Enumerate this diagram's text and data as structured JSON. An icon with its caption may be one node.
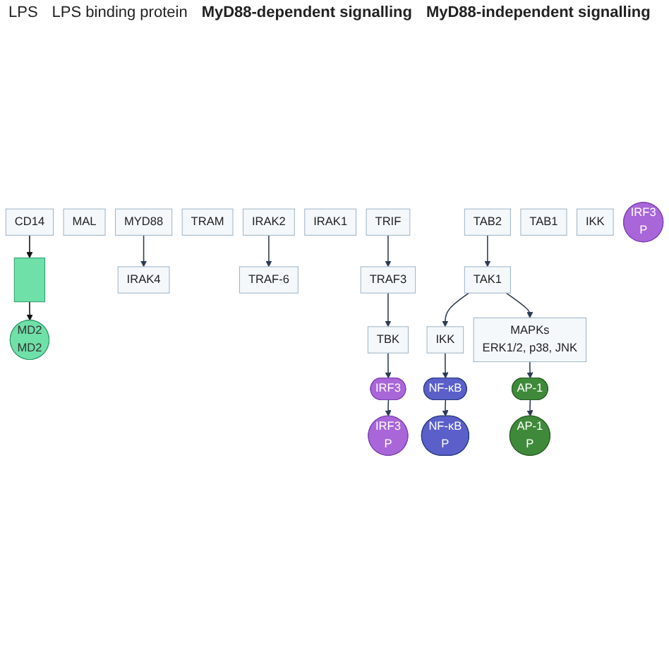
{
  "diagram": {
    "nodes": [
      {
        "text": [
          "CD14"
        ]
      },
      {
        "text": [],
        "shape": "box"
      },
      {
        "text": [
          "MD2",
          "MD2"
        ]
      },
      {
        "text": [
          "MAL"
        ]
      },
      {
        "text": [
          "MYD88"
        ]
      },
      {
        "text": [
          "TRAM"
        ]
      },
      {
        "text": [
          "TRIF"
        ]
      },
      {
        "text": [
          "IRAK4"
        ]
      },
      {
        "text": [
          "IRAK1"
        ]
      },
      {
        "text": [
          "IRAK2"
        ]
      },
      {
        "text": [
          "TRAF-6"
        ]
      },
      {
        "text": [
          "TAB2"
        ]
      },
      {
        "text": [
          "TAB1"
        ]
      },
      {
        "text": [
          "TAK1"
        ]
      },
      {
        "text": [
          "IKK"
        ]
      },
      {
        "text": [
          "MAPKs",
          "ERK1/2, p38, JNK"
        ]
      },
      {
        "text": [
          "NF-κB"
        ]
      },
      {
        "text": [
          "AP-1"
        ]
      },
      {
        "text": [
          "TRAF3"
        ]
      },
      {
        "text": [
          "TBK"
        ]
      },
      {
        "text": [
          "IKK"
        ]
      },
      {
        "text": [
          "IRF3"
        ]
      },
      {
        "text": [
          "NF-κB",
          "P"
        ]
      },
      {
        "text": [
          "AP-1",
          "P"
        ]
      },
      {
        "text": [
          "IRF3",
          "P"
        ]
      },
      {
        "text": [
          "IRF3",
          "P"
        ]
      }
    ],
    "edges": [
      {
        "from": 0,
        "to": 1,
        "arrow": "to",
        "color": "#111111"
      },
      {
        "from": 1,
        "to": 2,
        "arrow": "to",
        "color": "#111111"
      },
      {
        "from": 4,
        "to": 7,
        "arrow": "to"
      },
      {
        "from": 9,
        "to": 10,
        "arrow": "to"
      },
      {
        "from": 11,
        "to": 13,
        "arrow": "to"
      },
      {
        "from": 13,
        "to": 14,
        "arrow": "to"
      },
      {
        "from": 13,
        "to": 15,
        "arrow": "to"
      },
      {
        "from": 14,
        "to": 16,
        "arrow": "to"
      },
      {
        "from": 15,
        "to": 17,
        "arrow": "to"
      },
      {
        "from": 6,
        "to": 18,
        "arrow": "to"
      },
      {
        "from": 18,
        "to": 19,
        "arrow": "to"
      },
      {
        "from": 19,
        "to": 21,
        "arrow": "to"
      },
      {
        "from": 16,
        "to": 22,
        "arrow": "to"
      },
      {
        "from": 17,
        "to": 23,
        "arrow": "to"
      },
      {
        "from": 21,
        "to": 24,
        "arrow": "to"
      }
    ],
    "labels": [
      "LPS",
      "LPS binding protein",
      "MyD88-dependent signalling",
      "MyD88-independent signalling"
    ]
  }
}
